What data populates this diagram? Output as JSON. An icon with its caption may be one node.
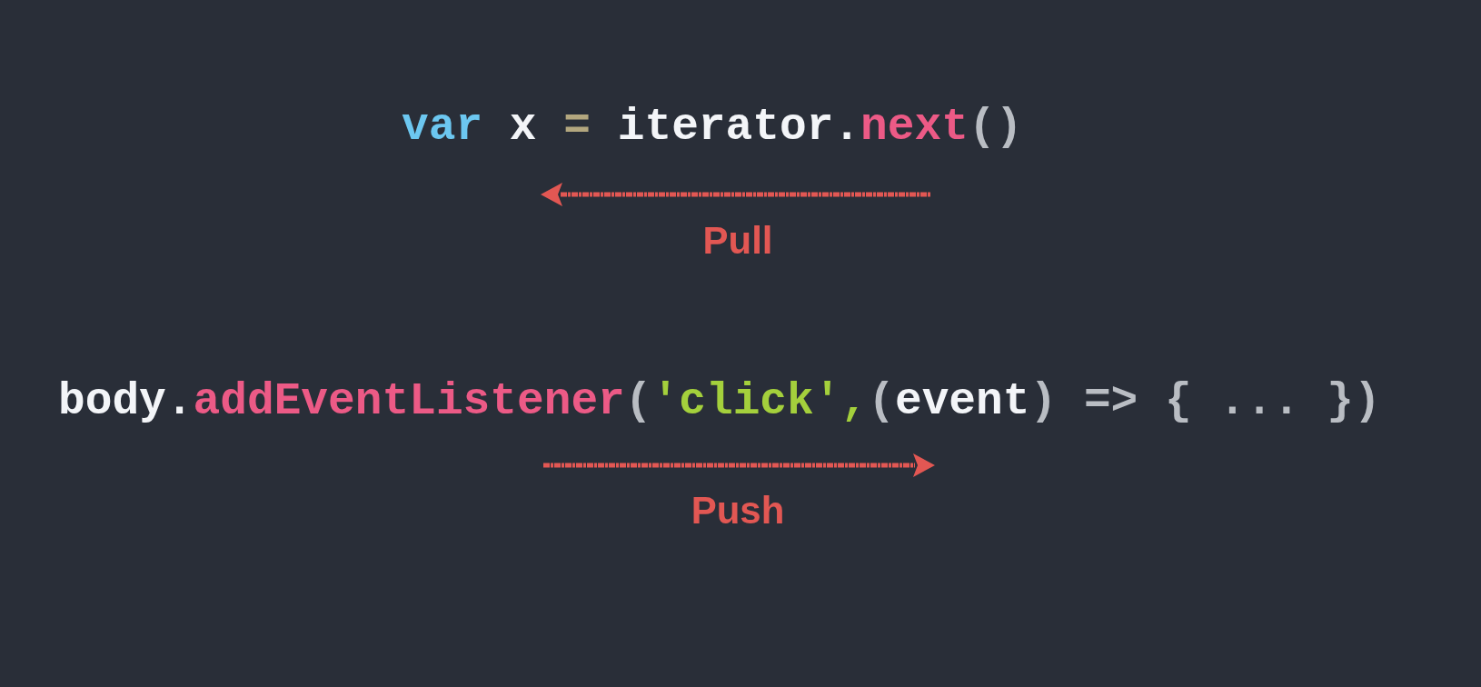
{
  "diagram": {
    "labels": [
      "var x = iterator.next()",
      "Pull",
      "body.addEventListener('click',(event) => { ... })",
      "Push"
    ]
  }
}
